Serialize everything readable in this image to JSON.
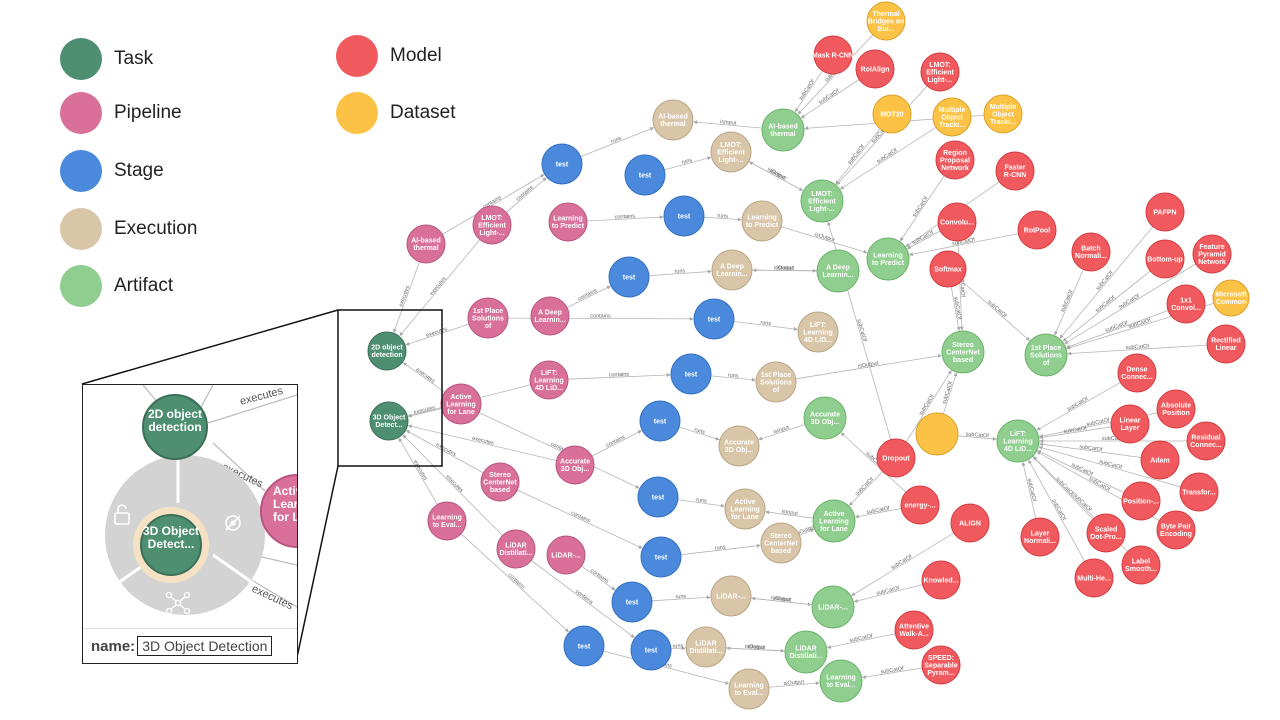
{
  "legend": {
    "items": [
      {
        "label": "Task",
        "color": "#4e8f72"
      },
      {
        "label": "Pipeline",
        "color": "#d9709a"
      },
      {
        "label": "Stage",
        "color": "#4a89dc"
      },
      {
        "label": "Execution",
        "color": "#d9c6a9"
      },
      {
        "label": "Artifact",
        "color": "#8fce8e"
      },
      {
        "label": "Model",
        "color": "#f05a5e"
      },
      {
        "label": "Dataset",
        "color": "#fbc245"
      }
    ]
  },
  "zoom": {
    "top_node": "2D object detection",
    "center_node": "3D Object Detect...",
    "side_node": "Active Learning for La...",
    "edge_labels": [
      "executes",
      "executes",
      "executes"
    ],
    "property_key": "name:",
    "property_value": "3D Object Detection"
  },
  "nodes": [
    {
      "id": "t1",
      "type": "task",
      "label": "2D object detection"
    },
    {
      "id": "t2",
      "type": "task",
      "label": "3D Object Detect..."
    },
    {
      "id": "p1",
      "type": "pipeline",
      "label": "AI-based thermal"
    },
    {
      "id": "p2",
      "type": "pipeline",
      "label": "LMOT: Efficient Light-..."
    },
    {
      "id": "p3",
      "type": "pipeline",
      "label": "1st Place Solutions of"
    },
    {
      "id": "p4",
      "type": "pipeline",
      "label": "Learning to Predict"
    },
    {
      "id": "p5",
      "type": "pipeline",
      "label": "A Deep Learnin..."
    },
    {
      "id": "p6",
      "type": "pipeline",
      "label": "LiFT: Learning 4D LiD..."
    },
    {
      "id": "p7",
      "type": "pipeline",
      "label": "Active Learning for Lane"
    },
    {
      "id": "p8",
      "type": "pipeline",
      "label": "Accurate 3D Obj..."
    },
    {
      "id": "p9",
      "type": "pipeline",
      "label": "Stereo CenterNet based"
    },
    {
      "id": "p10",
      "type": "pipeline",
      "label": "Learning to Eval..."
    },
    {
      "id": "p11",
      "type": "pipeline",
      "label": "LiDAR Distillati..."
    },
    {
      "id": "p12",
      "type": "pipeline",
      "label": "LiDAR-..."
    },
    {
      "id": "s1",
      "type": "stage",
      "label": "test"
    },
    {
      "id": "s2",
      "type": "stage",
      "label": "test"
    },
    {
      "id": "s3",
      "type": "stage",
      "label": "test"
    },
    {
      "id": "s4",
      "type": "stage",
      "label": "test"
    },
    {
      "id": "s5",
      "type": "stage",
      "label": "test"
    },
    {
      "id": "s6",
      "type": "stage",
      "label": "test"
    },
    {
      "id": "s7",
      "type": "stage",
      "label": "test"
    },
    {
      "id": "s8",
      "type": "stage",
      "label": "test"
    },
    {
      "id": "s9",
      "type": "stage",
      "label": "test"
    },
    {
      "id": "s10",
      "type": "stage",
      "label": "test"
    },
    {
      "id": "s11",
      "type": "stage",
      "label": "test"
    },
    {
      "id": "s12",
      "type": "stage",
      "label": "test"
    },
    {
      "id": "e1",
      "type": "execution",
      "label": "AI-based thermal"
    },
    {
      "id": "e2",
      "type": "execution",
      "label": "LMOT: Efficient Light-..."
    },
    {
      "id": "e3",
      "type": "execution",
      "label": "Learning to Predict"
    },
    {
      "id": "e4",
      "type": "execution",
      "label": "A Deep Learnin..."
    },
    {
      "id": "e5",
      "type": "execution",
      "label": "LiFT: Learning 4D LiD..."
    },
    {
      "id": "e6",
      "type": "execution",
      "label": "1st Place Solutions of"
    },
    {
      "id": "e7",
      "type": "execution",
      "label": "Accurate 3D Obj..."
    },
    {
      "id": "e8",
      "type": "execution",
      "label": "Active Learning for Lane"
    },
    {
      "id": "e9",
      "type": "execution",
      "label": "Stereo CenterNet based"
    },
    {
      "id": "e10",
      "type": "execution",
      "label": "LiDAR-..."
    },
    {
      "id": "e11",
      "type": "execution",
      "label": "LiDAR Distillati..."
    },
    {
      "id": "e12",
      "type": "execution",
      "label": "Learning to Eval..."
    },
    {
      "id": "a1",
      "type": "artifact",
      "label": "AI-based thermal"
    },
    {
      "id": "a2",
      "type": "artifact",
      "label": "LMOT: Efficient Light-..."
    },
    {
      "id": "a3",
      "type": "artifact",
      "label": "Learning to Predict"
    },
    {
      "id": "a4",
      "type": "artifact",
      "label": "A Deep Learnin..."
    },
    {
      "id": "a5",
      "type": "artifact",
      "label": "Stereo CenterNet based"
    },
    {
      "id": "a6",
      "type": "artifact",
      "label": "1st Place Solutions of"
    },
    {
      "id": "a7",
      "type": "artifact",
      "label": "Accurate 3D Obj..."
    },
    {
      "id": "a8",
      "type": "artifact",
      "label": "LiFT: Learning 4D LiD..."
    },
    {
      "id": "a9",
      "type": "artifact",
      "label": "Active Learning for Lane"
    },
    {
      "id": "a10",
      "type": "artifact",
      "label": "LiDAR-..."
    },
    {
      "id": "a11",
      "type": "artifact",
      "label": "LiDAR Distillati..."
    },
    {
      "id": "a12",
      "type": "artifact",
      "label": "Learning to Eval..."
    },
    {
      "id": "d1",
      "type": "dataset",
      "label": "Thermal Bridges on Bui..."
    },
    {
      "id": "d2",
      "type": "dataset",
      "label": "MOT20"
    },
    {
      "id": "d3",
      "type": "dataset",
      "label": "Multiple Object Tracki..."
    },
    {
      "id": "d4",
      "type": "dataset",
      "label": "Multiple Object Tracki..."
    },
    {
      "id": "d5",
      "type": "dataset",
      "label": "Microsoft Common"
    },
    {
      "id": "d6",
      "type": "dataset",
      "label": ""
    },
    {
      "id": "m1",
      "type": "model",
      "label": "Mask R-CNN"
    },
    {
      "id": "m2",
      "type": "model",
      "label": "RoIAlign"
    },
    {
      "id": "m3",
      "type": "model",
      "label": "LMOT: Efficient Light-..."
    },
    {
      "id": "m4",
      "type": "model",
      "label": "Region Proposal Network"
    },
    {
      "id": "m5",
      "type": "model",
      "label": "Faster R-CNN"
    },
    {
      "id": "m6",
      "type": "model",
      "label": "Convolu..."
    },
    {
      "id": "m7",
      "type": "model",
      "label": "RoIPool"
    },
    {
      "id": "m8",
      "type": "model",
      "label": "Softmax"
    },
    {
      "id": "m9",
      "type": "model",
      "label": "Batch Normali..."
    },
    {
      "id": "m10",
      "type": "model",
      "label": "PAFPN"
    },
    {
      "id": "m11",
      "type": "model",
      "label": "Bottom-up"
    },
    {
      "id": "m12",
      "type": "model",
      "label": "Feature Pyramid Network"
    },
    {
      "id": "m13",
      "type": "model",
      "label": "1x1 Convol..."
    },
    {
      "id": "m14",
      "type": "model",
      "label": "Rectified Linear"
    },
    {
      "id": "m15",
      "type": "model",
      "label": "Dense Connec..."
    },
    {
      "id": "m16",
      "type": "model",
      "label": "Absolute Position"
    },
    {
      "id": "m17",
      "type": "model",
      "label": "Linear Layer"
    },
    {
      "id": "m18",
      "type": "model",
      "label": "Residual Connec..."
    },
    {
      "id": "m19",
      "type": "model",
      "label": "Adam"
    },
    {
      "id": "m20",
      "type": "model",
      "label": "Transfor..."
    },
    {
      "id": "m21",
      "type": "model",
      "label": "Position-..."
    },
    {
      "id": "m22",
      "type": "model",
      "label": "Byte Pair Encoding"
    },
    {
      "id": "m23",
      "type": "model",
      "label": "Scaled Dot-Pro..."
    },
    {
      "id": "m24",
      "type": "model",
      "label": "Layer Normali..."
    },
    {
      "id": "m25",
      "type": "model",
      "label": "Label Smooth..."
    },
    {
      "id": "m26",
      "type": "model",
      "label": "Multi-He..."
    },
    {
      "id": "m27",
      "type": "model",
      "label": "Dropout"
    },
    {
      "id": "m28",
      "type": "model",
      "label": "energy-..."
    },
    {
      "id": "m29",
      "type": "model",
      "label": "ALIGN"
    },
    {
      "id": "m30",
      "type": "model",
      "label": "Knowled..."
    },
    {
      "id": "m31",
      "type": "model",
      "label": "Attentive Walk-A..."
    },
    {
      "id": "m32",
      "type": "model",
      "label": "SPEED: Separable Pyram..."
    }
  ],
  "edges": [
    {
      "source": "p1",
      "target": "t1",
      "label": "executes"
    },
    {
      "source": "p2",
      "target": "t1",
      "label": "executes"
    },
    {
      "source": "p3",
      "target": "t1",
      "label": "executes"
    },
    {
      "source": "p7",
      "target": "t1",
      "label": "executes"
    },
    {
      "source": "p7",
      "target": "t2",
      "label": "executes"
    },
    {
      "source": "p6",
      "target": "t2",
      "label": "executes"
    },
    {
      "source": "p8",
      "target": "t2",
      "label": "executes"
    },
    {
      "source": "p9",
      "target": "t2",
      "label": "executes"
    },
    {
      "source": "p10",
      "target": "t2",
      "label": "executes"
    },
    {
      "source": "p11",
      "target": "t2",
      "label": "executes"
    },
    {
      "source": "p1",
      "target": "s1",
      "label": "contains"
    },
    {
      "source": "p2",
      "target": "s1",
      "label": "contains"
    },
    {
      "source": "p4",
      "target": "s3",
      "label": "contains"
    },
    {
      "source": "p5",
      "target": "s4",
      "label": "contains"
    },
    {
      "source": "p3",
      "target": "s5",
      "label": "contains"
    },
    {
      "source": "p6",
      "target": "s6",
      "label": "contains"
    },
    {
      "source": "p8",
      "target": "s7",
      "label": "contains"
    },
    {
      "source": "p7",
      "target": "s8",
      "label": "contains"
    },
    {
      "source": "p9",
      "target": "s9",
      "label": "contains"
    },
    {
      "source": "p12",
      "target": "s10",
      "label": "contains"
    },
    {
      "source": "p11",
      "target": "s11",
      "label": "contains"
    },
    {
      "source": "p10",
      "target": "s12",
      "label": "contains"
    },
    {
      "source": "s1",
      "target": "e1",
      "label": "runs"
    },
    {
      "source": "s2",
      "target": "e2",
      "label": "runs"
    },
    {
      "source": "s3",
      "target": "e3",
      "label": "runs"
    },
    {
      "source": "s4",
      "target": "e4",
      "label": "runs"
    },
    {
      "source": "s5",
      "target": "e5",
      "label": "runs"
    },
    {
      "source": "s6",
      "target": "e6",
      "label": "runs"
    },
    {
      "source": "s7",
      "target": "e7",
      "label": "runs"
    },
    {
      "source": "s8",
      "target": "e8",
      "label": "runs"
    },
    {
      "source": "s9",
      "target": "e9",
      "label": "runs"
    },
    {
      "source": "s10",
      "target": "e10",
      "label": "runs"
    },
    {
      "source": "s11",
      "target": "e11",
      "label": "runs"
    },
    {
      "source": "s12",
      "target": "e12",
      "label": "runs"
    },
    {
      "source": "a1",
      "target": "e1",
      "label": "isInput"
    },
    {
      "source": "e2",
      "target": "a2",
      "label": "isOutput"
    },
    {
      "source": "a2",
      "target": "e2",
      "label": "isInput"
    },
    {
      "source": "a4",
      "target": "e4",
      "label": "isInput"
    },
    {
      "source": "e4",
      "target": "a4",
      "label": "isOutput"
    },
    {
      "source": "a7",
      "target": "e7",
      "label": "isInput"
    },
    {
      "source": "a9",
      "target": "e8",
      "label": "isInput"
    },
    {
      "source": "e9",
      "target": "a9",
      "label": "isOutput"
    },
    {
      "source": "e10",
      "target": "a10",
      "label": "isOutput"
    },
    {
      "source": "a10",
      "target": "e10",
      "label": "isInput"
    },
    {
      "source": "a11",
      "target": "e11",
      "label": "isInput"
    },
    {
      "source": "e11",
      "target": "a11",
      "label": "isOutput"
    },
    {
      "source": "e12",
      "target": "a12",
      "label": "isOutput"
    },
    {
      "source": "e3",
      "target": "a3",
      "label": "isOutput"
    },
    {
      "source": "e6",
      "target": "a5",
      "label": "isOutput"
    },
    {
      "source": "m1",
      "target": "a1",
      "label": "subCatOf"
    },
    {
      "source": "m2",
      "target": "a1",
      "label": "subCatOf"
    },
    {
      "source": "m3",
      "target": "a2",
      "label": "subCatOf"
    },
    {
      "source": "m4",
      "target": "a3",
      "label": "subCatOf"
    },
    {
      "source": "m5",
      "target": "a3",
      "label": "subCatOf"
    },
    {
      "source": "m6",
      "target": "a3",
      "label": "subCatOf"
    },
    {
      "source": "m7",
      "target": "a3",
      "label": "subCatOf"
    },
    {
      "source": "m8",
      "target": "a6",
      "label": "subCatOf"
    },
    {
      "source": "m9",
      "target": "a6",
      "label": "subCatOf"
    },
    {
      "source": "m10",
      "target": "a6",
      "label": "subCatOf"
    },
    {
      "source": "m11",
      "target": "a6",
      "label": "subCatOf"
    },
    {
      "source": "m12",
      "target": "a6",
      "label": "subCatOf"
    },
    {
      "source": "m13",
      "target": "a6",
      "label": "subCatOf"
    },
    {
      "source": "d5",
      "target": "a6",
      "label": "subCatOf"
    },
    {
      "source": "m14",
      "target": "a6",
      "label": "subCatOf"
    },
    {
      "source": "m15",
      "target": "a8",
      "label": "subCatOf"
    },
    {
      "source": "m16",
      "target": "a8",
      "label": "subCatOf"
    },
    {
      "source": "m17",
      "target": "a8",
      "label": "subCatOf"
    },
    {
      "source": "m18",
      "target": "a8",
      "label": "subCatOf"
    },
    {
      "source": "m19",
      "target": "a8",
      "label": "subCatOf"
    },
    {
      "source": "m20",
      "target": "a8",
      "label": "subCatOf"
    },
    {
      "source": "m21",
      "target": "a8",
      "label": "subCatOf"
    },
    {
      "source": "m22",
      "target": "a8",
      "label": "subCatOf"
    },
    {
      "source": "m23",
      "target": "a8",
      "label": "subCatOf"
    },
    {
      "source": "m24",
      "target": "a8",
      "label": "subCatOf"
    },
    {
      "source": "m25",
      "target": "a8",
      "label": "subCatOf"
    },
    {
      "source": "m26",
      "target": "a8",
      "label": "subCatOf"
    },
    {
      "source": "d6",
      "target": "a8",
      "label": "subCatOf"
    },
    {
      "source": "m27",
      "target": "a9",
      "label": "subCatOf"
    },
    {
      "source": "m28",
      "target": "a9",
      "label": "subCatOf"
    },
    {
      "source": "m29",
      "target": "a10",
      "label": "subCatOf"
    },
    {
      "source": "m30",
      "target": "a10",
      "label": "subCatOf"
    },
    {
      "source": "m31",
      "target": "a11",
      "label": "subCatOf"
    },
    {
      "source": "m32",
      "target": "a12",
      "label": "subCatOf"
    },
    {
      "source": "d1",
      "target": "a1",
      "label": "subCatOf"
    },
    {
      "source": "d2",
      "target": "a2",
      "label": "subCatOf"
    },
    {
      "source": "d3",
      "target": "a2",
      "label": "subCatOf"
    },
    {
      "source": "d4",
      "target": "a1",
      "label": "subCatOf"
    },
    {
      "source": "m6",
      "target": "a5",
      "label": "subCatOf"
    },
    {
      "source": "m8",
      "target": "a5",
      "label": "subCatOf"
    },
    {
      "source": "m27",
      "target": "a5",
      "label": "subCatOf"
    },
    {
      "source": "d6",
      "target": "a5",
      "label": "subCatOf"
    },
    {
      "source": "m27",
      "target": "a2",
      "label": "subCatOf"
    },
    {
      "source": "m28",
      "target": "a7",
      "label": "subCatOf"
    }
  ]
}
